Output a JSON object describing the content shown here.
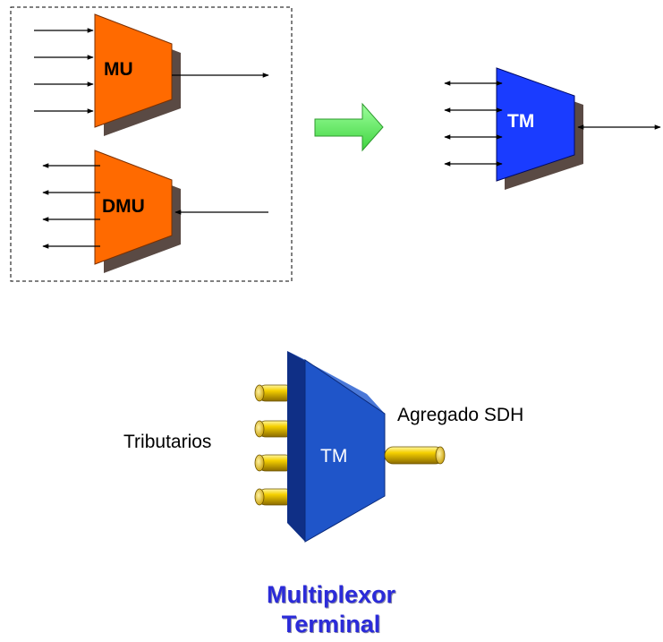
{
  "diagram": {
    "top_left": {
      "mu_label": "MU",
      "dmu_label": "DMU"
    },
    "top_right": {
      "tm_label": "TM"
    },
    "bottom": {
      "tm_label": "TM",
      "tributaries_label": "Tributarios",
      "aggregate_label": "Agregado SDH",
      "caption_line1": "Multiplexor",
      "caption_line2": "Terminal"
    },
    "colors": {
      "mu_fill": "#ff6a00",
      "tm_small_fill": "#1a3cff",
      "tm_large_fill": "#1f55c9",
      "arrow_fill": "#66ff66",
      "port_fill": "#e8c000",
      "caption": "#2b2bd9"
    }
  }
}
